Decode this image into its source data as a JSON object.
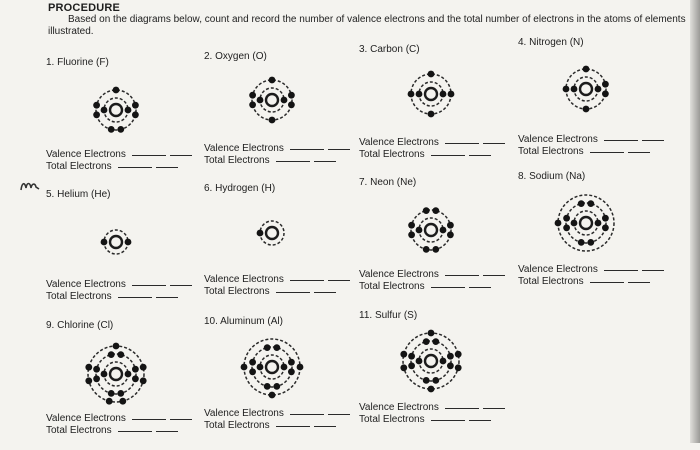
{
  "heading": "PROCEDURE",
  "instructions": "Based on the diagrams below, count and record the number of valence electrons and the total number of electrons in the atoms of elements illustrated.",
  "labels": {
    "valence": "Valence Electrons",
    "total": "Total Electrons"
  },
  "elements": [
    {
      "number": "1.",
      "name": "Fluorine (F)",
      "shells": [
        2,
        7
      ]
    },
    {
      "number": "2.",
      "name": "Oxygen (O)",
      "shells": [
        2,
        6
      ]
    },
    {
      "number": "3.",
      "name": "Carbon (C)",
      "shells": [
        2,
        4
      ]
    },
    {
      "number": "4.",
      "name": "Nitrogen (N)",
      "shells": [
        2,
        5
      ]
    },
    {
      "number": "5.",
      "name": "Helium (He)",
      "shells": [
        2
      ]
    },
    {
      "number": "6.",
      "name": "Hydrogen (H)",
      "shells": [
        1
      ]
    },
    {
      "number": "7.",
      "name": "Neon (Ne)",
      "shells": [
        2,
        8
      ]
    },
    {
      "number": "8.",
      "name": "Sodium (Na)",
      "shells": [
        2,
        8,
        1
      ]
    },
    {
      "number": "9.",
      "name": "Chlorine (Cl)",
      "shells": [
        2,
        8,
        7
      ]
    },
    {
      "number": "10.",
      "name": "Aluminum (Al)",
      "shells": [
        2,
        8,
        3
      ]
    },
    {
      "number": "11.",
      "name": "Sulfur (S)",
      "shells": [
        2,
        8,
        6
      ]
    }
  ]
}
